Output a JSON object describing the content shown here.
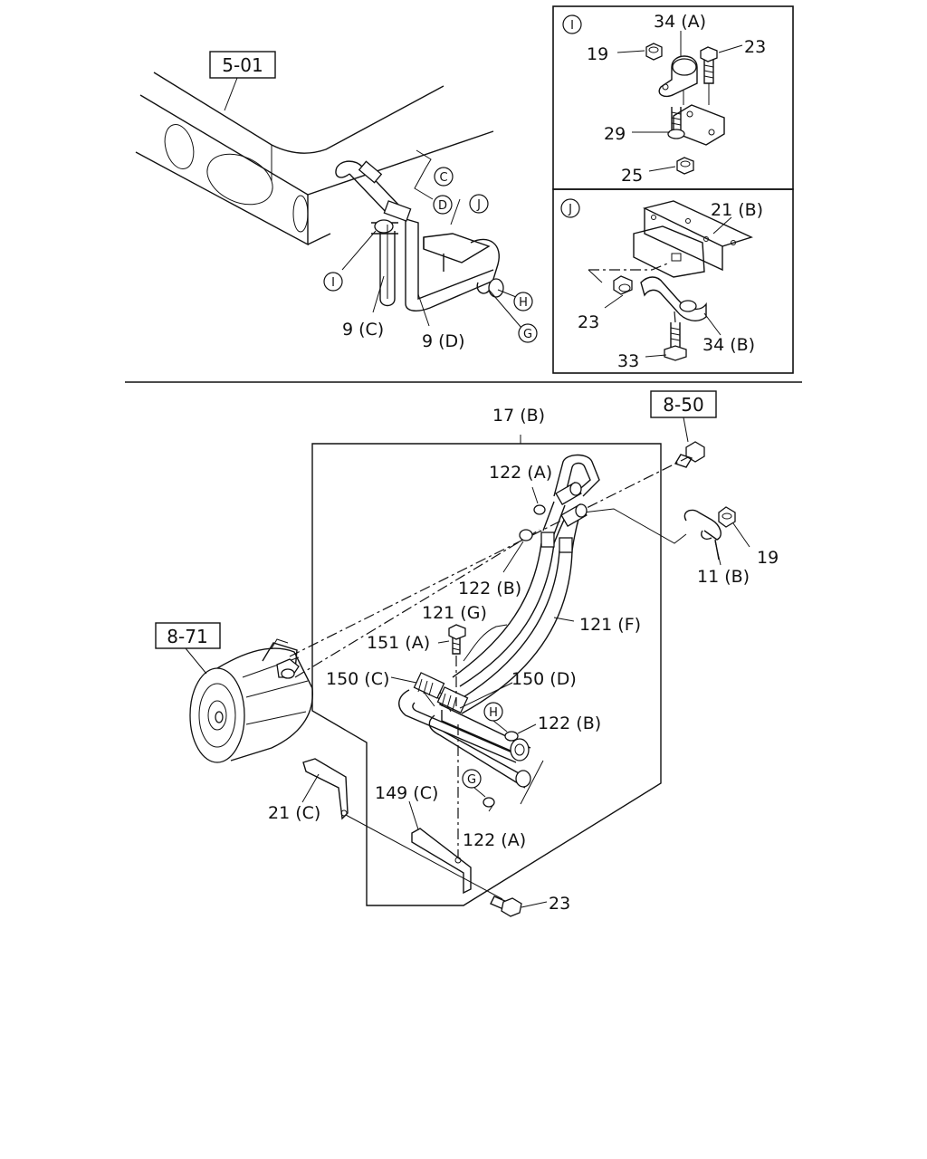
{
  "refs": {
    "r501": "5-01",
    "r850": "8-50",
    "r871": "8-71"
  },
  "markers": {
    "c": "C",
    "d": "D",
    "i": "I",
    "j": "J",
    "g": "G",
    "h": "H"
  },
  "labels": {
    "l9c": "9 (C)",
    "l9d": "9 (D)",
    "l34a": "34 (A)",
    "l19a": "19",
    "l23a": "23",
    "l29": "29",
    "l25": "25",
    "l21b": "21 (B)",
    "l23b": "23",
    "l34b": "34 (B)",
    "l33": "33",
    "l17b": "17 (B)",
    "l122a_top": "122 (A)",
    "l122b_top": "122 (B)",
    "l19b": "19",
    "l11b": "11 (B)",
    "l121g": "121 (G)",
    "l121f": "121 (F)",
    "l151a": "151 (A)",
    "l150c": "150 (C)",
    "l150d": "150 (D)",
    "l122b_bot": "122 (B)",
    "l21c": "21 (C)",
    "l149c": "149 (C)",
    "l122a_bot": "122 (A)",
    "l23c": "23"
  }
}
